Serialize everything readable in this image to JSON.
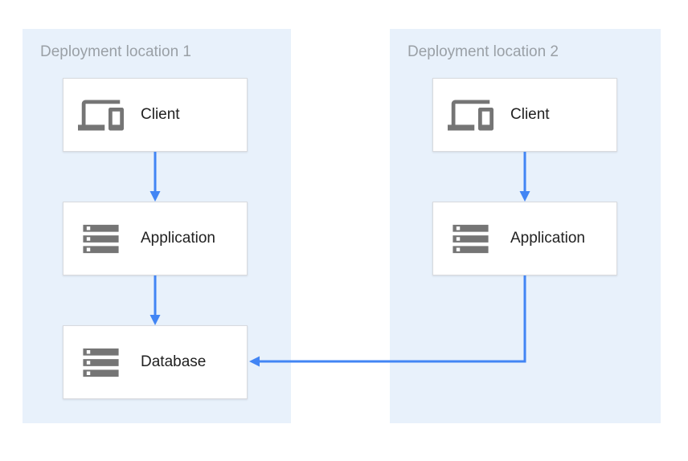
{
  "diagram": {
    "zones": [
      {
        "id": "deployment-location-1",
        "label": "Deployment location 1",
        "nodes": [
          {
            "id": "client-1",
            "label": "Client",
            "icon": "devices-icon"
          },
          {
            "id": "application-1",
            "label": "Application",
            "icon": "server-stack-icon"
          },
          {
            "id": "database-1",
            "label": "Database",
            "icon": "server-stack-icon"
          }
        ]
      },
      {
        "id": "deployment-location-2",
        "label": "Deployment location 2",
        "nodes": [
          {
            "id": "client-2",
            "label": "Client",
            "icon": "devices-icon"
          },
          {
            "id": "application-2",
            "label": "Application",
            "icon": "server-stack-icon"
          }
        ]
      }
    ],
    "connections": [
      {
        "from": "client-1",
        "to": "application-1",
        "style": "straight-down"
      },
      {
        "from": "application-1",
        "to": "database-1",
        "style": "straight-down"
      },
      {
        "from": "client-2",
        "to": "application-2",
        "style": "straight-down"
      },
      {
        "from": "application-2",
        "to": "database-1",
        "style": "elbow-down-left"
      }
    ],
    "colors": {
      "zone_fill": "#e8f1fb",
      "zone_label": "#9aa0a6",
      "node_background": "#ffffff",
      "node_border": "#d8dade",
      "node_text": "#212121",
      "icon_gray": "#757575",
      "arrow_blue": "#4285f4"
    }
  }
}
